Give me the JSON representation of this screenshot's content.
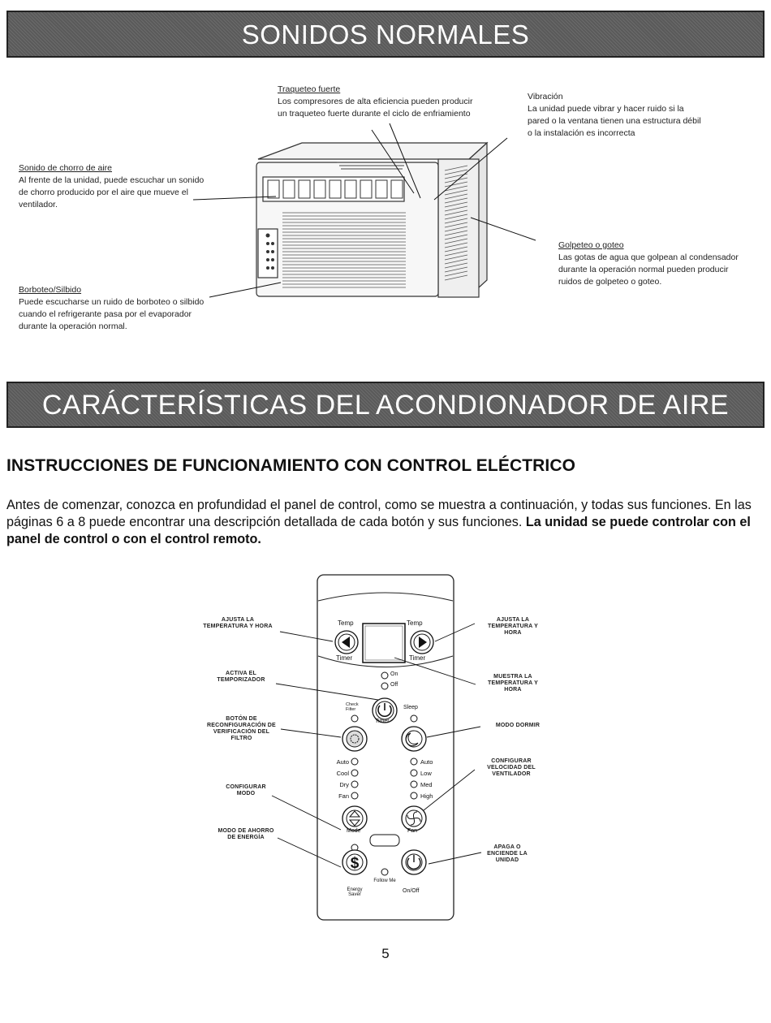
{
  "banner_top": "SONIDOS NORMALES",
  "banner_middle": "CARÁCTERÍSTICAS DEL ACONDIONADOR DE AIRE",
  "sounds": {
    "rattle": {
      "title": "Traqueteo fuerte",
      "text": "Los compresores de alta eficiencia pueden producir un traqueteo fuerte durante el ciclo de enfriamiento"
    },
    "vibration": {
      "title": "Vibración",
      "text": "La unidad puede vibrar y hacer ruido si la pared o la ventana tienen una estructura débil o la instalación es incorrecta"
    },
    "airflow": {
      "title": "Sonido de chorro de aire",
      "text": "Al frente de la unidad, puede escuchar un sonido de chorro producido por el aire que mueve el ventilador."
    },
    "drip": {
      "title": "Golpeteo o goteo",
      "text": "Las gotas de agua que golpean al condensador durante la operación normal pueden producir ruidos de golpeteo o goteo."
    },
    "gurgle": {
      "title": "Borboteo/Silbido",
      "text": "Puede escucharse un ruido de borboteo o silbido cuando el refrigerante pasa por el evaporador durante la operación normal."
    }
  },
  "heading": "INSTRUCCIONES DE FUNCIONAMIENTO CON CONTROL ELÉCTRICO",
  "intro": "Antes de comenzar, conozca en profundidad el panel de control, como se muestra a continuación, y todas sus funciones. En las páginas 6 a 8 puede encontrar una descripción detallada de cada botón y sus funciones.",
  "intro_bold": "La unidad se puede controlar con el panel de control o con el control remoto.",
  "panel": {
    "temp": "Temp",
    "timer": "Timer",
    "on": "On",
    "off": "Off",
    "check_filter": "Check Filter",
    "sleep": "Sleep",
    "modes": [
      "Auto",
      "Cool",
      "Dry",
      "Fan"
    ],
    "speeds": [
      "Auto",
      "Low",
      "Med",
      "High"
    ],
    "mode": "Mode",
    "fan": "Fan",
    "energy_saver": "Energy Saver",
    "follow_me": "Follow Me",
    "onoff": "On/Off"
  },
  "panel_labels": {
    "adjust_left": "AJUSTA LA TEMPERATURA Y HORA",
    "adjust_right": "AJUSTA LA TEMPERATURA Y HORA",
    "timer": "ACTIVA EL TEMPORIZADOR",
    "display": "MUESTRA LA TEMPERATURA Y HORA",
    "filter": "BOTÓN DE RECONFIGURACIÓN DE VERIFICACIÓN DEL FILTRO",
    "sleep": "MODO DORMIR",
    "fanspeed": "CONFIGURAR VELOCIDAD DEL VENTILADOR",
    "mode": "CONFIGURAR MODO",
    "energy": "MODO DE AHORRO DE ENERGÍA",
    "power": "APAGA O ENCIENDE LA UNIDAD"
  },
  "page_number": "5"
}
